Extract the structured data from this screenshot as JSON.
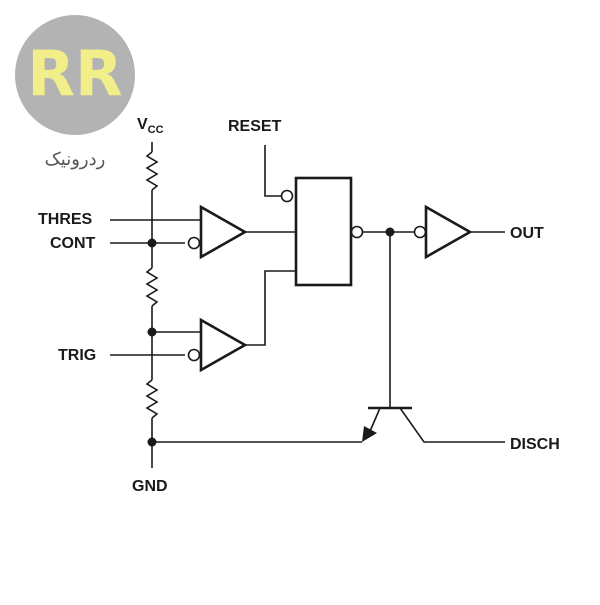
{
  "logo": {
    "mark": "RR",
    "text": "ردرونیک",
    "circle_color": "#b3b3b3",
    "mark_color": "#f2ee8a"
  },
  "pins": {
    "vcc": "V",
    "vcc_sub": "CC",
    "reset": "RESET",
    "thres": "THRES",
    "cont": "CONT",
    "trig": "TRIG",
    "out": "OUT",
    "disch": "DISCH",
    "gnd": "GND"
  }
}
